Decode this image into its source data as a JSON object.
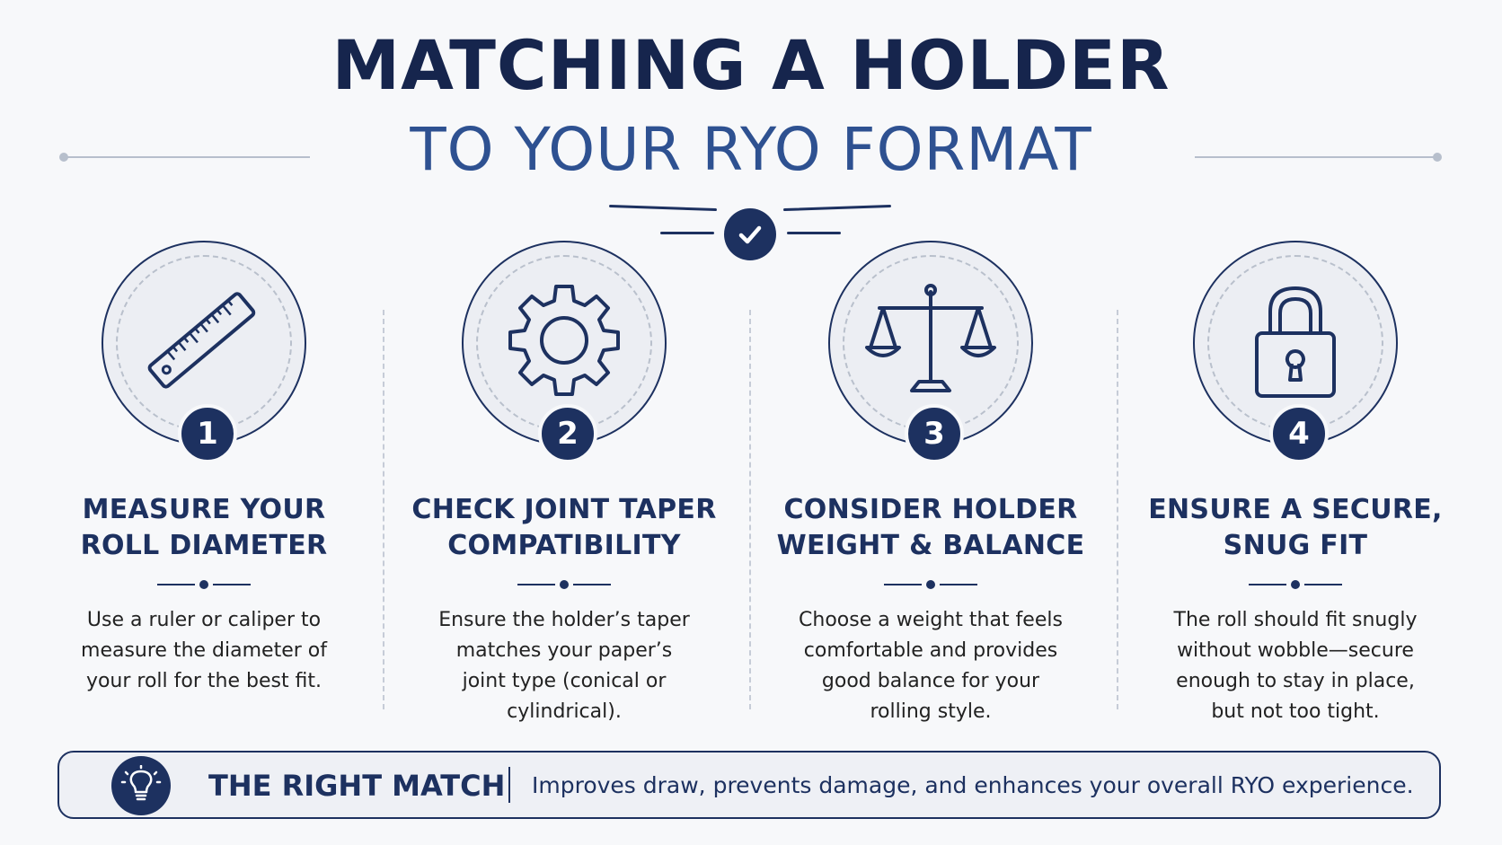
{
  "header": {
    "title": "MATCHING A HOLDER",
    "subtitle": "TO YOUR RYO FORMAT",
    "badge_icon": "checkmark-icon"
  },
  "steps": [
    {
      "number": "1",
      "icon": "ruler-icon",
      "title_line1": "MEASURE YOUR",
      "title_line2": "ROLL DIAMETER",
      "desc_line1": "Use a ruler or caliper to",
      "desc_line2": "measure the diameter of",
      "desc_line3": "your roll for the best fit.",
      "desc_line4": ""
    },
    {
      "number": "2",
      "icon": "gear-icon",
      "title_line1": "CHECK JOINT TAPER",
      "title_line2": "COMPATIBILITY",
      "desc_line1": "Ensure the holder’s taper",
      "desc_line2": "matches your paper’s",
      "desc_line3": "joint type (conical or",
      "desc_line4": "cylindrical)."
    },
    {
      "number": "3",
      "icon": "balance-scale-icon",
      "title_line1": "CONSIDER HOLDER",
      "title_line2": "WEIGHT & BALANCE",
      "desc_line1": "Choose a weight that feels",
      "desc_line2": "comfortable and provides",
      "desc_line3": "good balance for your",
      "desc_line4": "rolling style."
    },
    {
      "number": "4",
      "icon": "padlock-icon",
      "title_line1": "ENSURE A SECURE,",
      "title_line2": "SNUG FIT",
      "desc_line1": "The roll should fit snugly",
      "desc_line2": "without wobble—secure",
      "desc_line3": "enough to stay in place,",
      "desc_line4": "but not too tight."
    }
  ],
  "banner": {
    "icon": "lightbulb-icon",
    "title": "THE RIGHT MATCH",
    "text": "Improves draw, prevents damage, and enhances your overall RYO experience."
  },
  "colors": {
    "navy": "#1d3160",
    "title_navy": "#16254d",
    "subtitle_blue": "#2e5191",
    "background": "#f7f8fa"
  }
}
